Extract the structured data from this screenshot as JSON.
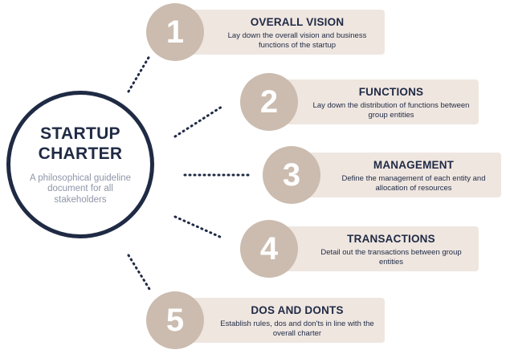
{
  "center": {
    "title": "STARTUP CHARTER",
    "subtitle": "A philosophical guideline document for all stakeholders"
  },
  "colors": {
    "navy": "#1f2a44",
    "number_circle": "#cbbcaf",
    "card_bg": "#efe6e0",
    "subtitle_gray": "#8f96a8"
  },
  "items": [
    {
      "number": "1",
      "title": "OVERALL VISION",
      "description": "Lay down the overall vision and business functions of the startup"
    },
    {
      "number": "2",
      "title": "FUNCTIONS",
      "description": "Lay down the distribution of functions between group entities"
    },
    {
      "number": "3",
      "title": "MANAGEMENT",
      "description": "Define the management of each entity and allocation of resources"
    },
    {
      "number": "4",
      "title": "TRANSACTIONS",
      "description": "Detail out the transactions between group entities"
    },
    {
      "number": "5",
      "title": "DOS AND DONTS",
      "description": "Establish rules, dos and don'ts in line with the overall charter"
    }
  ]
}
